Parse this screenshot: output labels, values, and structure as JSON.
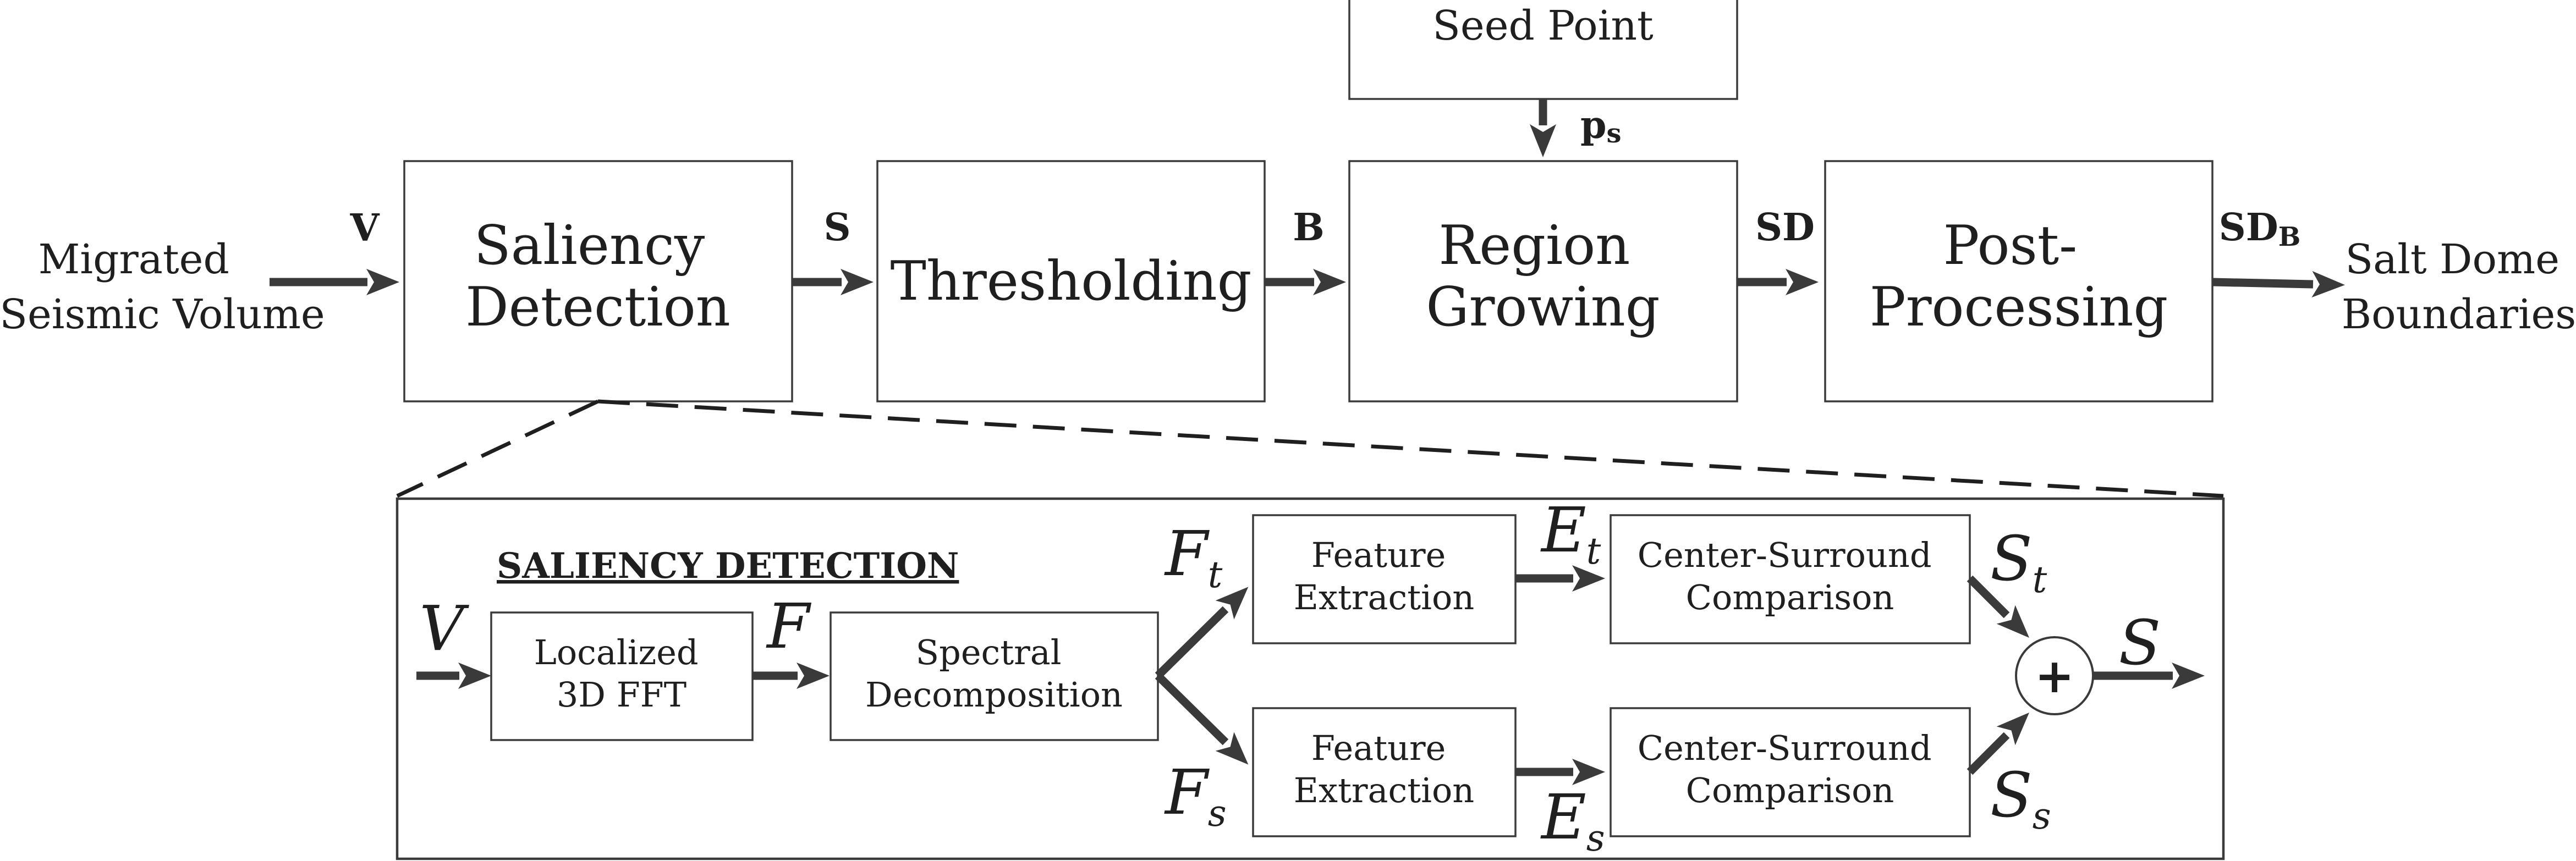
{
  "pipeline": {
    "input_label": [
      "Migrated",
      "Seismic Volume"
    ],
    "output_label": [
      "Salt Dome",
      "Boundaries"
    ],
    "seed_point": "Seed Point",
    "seed_symbol": "p",
    "seed_symbol_sub": "s",
    "blocks": {
      "saliency": [
        "Saliency",
        "Detection"
      ],
      "thresholding": "Thresholding",
      "region": [
        "Region",
        "Growing"
      ],
      "post": [
        "Post-",
        "Processing"
      ]
    },
    "signals": {
      "v": "V",
      "s": "S",
      "b": "B",
      "sd": "SD",
      "sdb": "SD",
      "sdb_sub": "B"
    }
  },
  "detail": {
    "heading": "SALIENCY DETECTION",
    "blocks": {
      "fft": [
        "Localized",
        "3D FFT"
      ],
      "spectral": [
        "Spectral",
        "Decomposition"
      ],
      "feat_top": [
        "Feature",
        "Extraction"
      ],
      "feat_bottom": [
        "Feature",
        "Extraction"
      ],
      "csc_top": [
        "Center-Surround",
        "Comparison"
      ],
      "csc_bottom": [
        "Center-Surround",
        "Comparison"
      ]
    },
    "signals": {
      "v": "V",
      "f": "F",
      "ft": "F",
      "ft_sub": "t",
      "fs": "F",
      "fs_sub": "s",
      "et": "E",
      "et_sub": "t",
      "es": "E",
      "es_sub": "s",
      "st": "S",
      "st_sub": "t",
      "ss": "S",
      "ss_sub": "s",
      "s_out": "S"
    },
    "sum_symbol": "+"
  }
}
